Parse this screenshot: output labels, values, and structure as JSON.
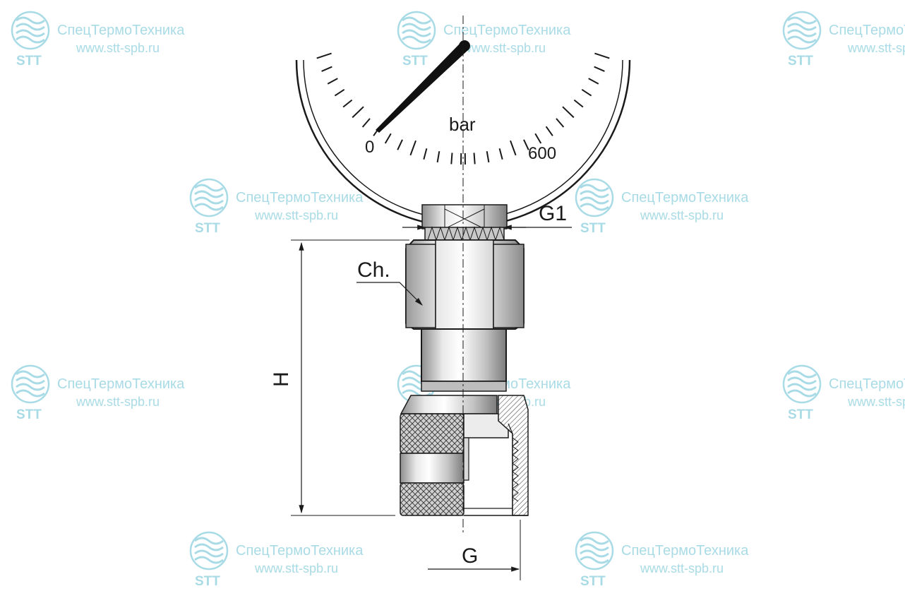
{
  "watermark": {
    "brand": "СпецТермоТехника",
    "url": "www.stt-spb.ru",
    "logo_text": "STT",
    "color": "#a9dbe6"
  },
  "gauge": {
    "unit": "bar",
    "scale_min": "0",
    "scale_max": "600"
  },
  "labels": {
    "g1": "G1",
    "wrench": "Ch.",
    "height": "H",
    "thread": "G"
  },
  "colors": {
    "line": "#1a1a1a",
    "metal_light": "#f2f2f2",
    "metal_dark": "#8a8a8a"
  }
}
